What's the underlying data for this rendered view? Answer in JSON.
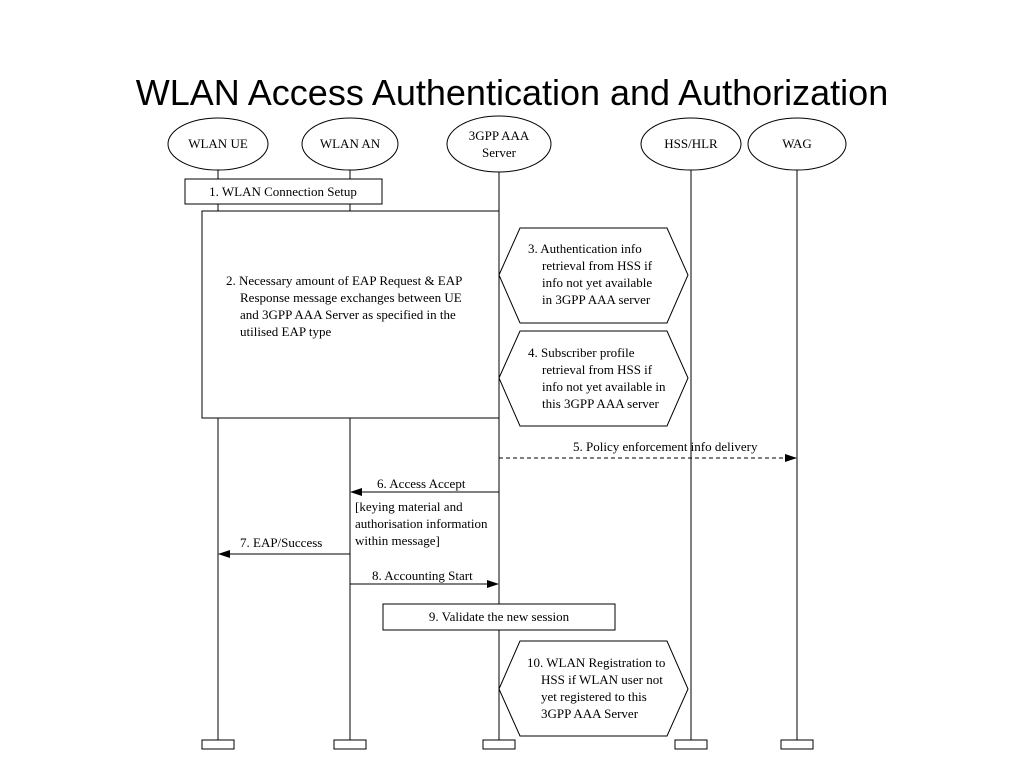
{
  "slide": {
    "title": "WLAN Access Authentication and Authorization"
  },
  "entities": {
    "ue": "WLAN UE",
    "an": "WLAN AN",
    "aaa_line1": "3GPP AAA",
    "aaa_line2": "Server",
    "hss": "HSS/HLR",
    "wag": "WAG"
  },
  "steps": {
    "s1": "1. WLAN Connection Setup",
    "s2": [
      "2. Necessary amount of EAP Request & EAP",
      "Response message exchanges between UE",
      "and 3GPP AAA Server as specified in the",
      "utilised EAP type"
    ],
    "s3": [
      "3. Authentication info",
      "retrieval from HSS if",
      "info not yet available",
      "in 3GPP AAA server"
    ],
    "s4": [
      "4. Subscriber profile",
      "retrieval from HSS if",
      "info not yet available in",
      "this 3GPP AAA server"
    ],
    "s5": "5. Policy enforcement info delivery",
    "s6": "6. Access Accept",
    "s6_note": [
      "[keying material and",
      "authorisation information",
      "within message]"
    ],
    "s7": "7. EAP/Success",
    "s8": "8. Accounting Start",
    "s9": "9. Validate the new session",
    "s10": [
      "10. WLAN Registration to",
      "HSS if WLAN user not",
      "yet registered to this",
      "3GPP AAA Server"
    ]
  }
}
